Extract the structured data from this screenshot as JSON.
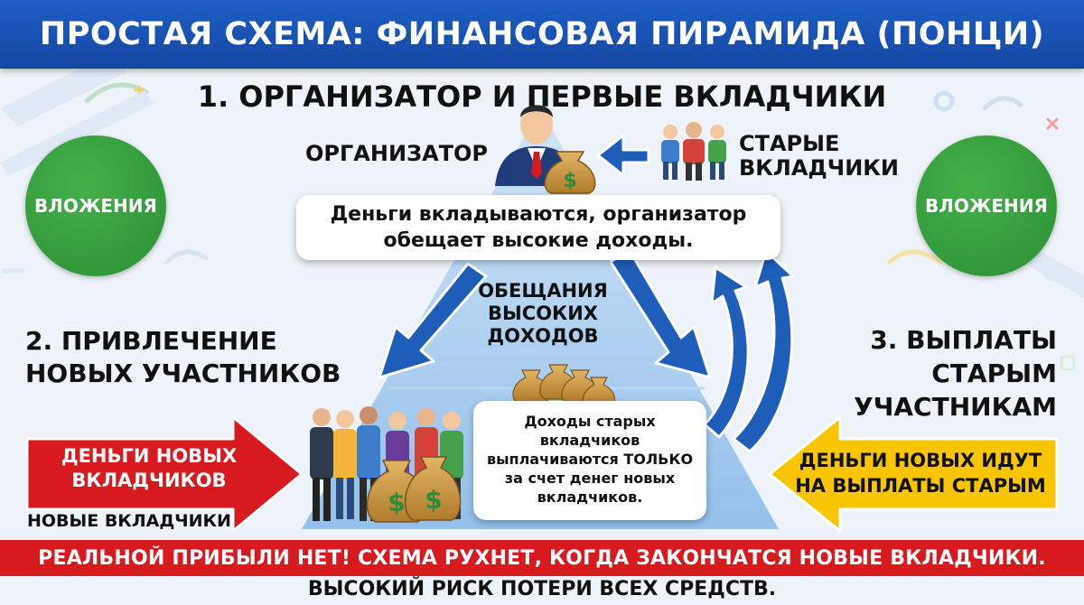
{
  "header": {
    "title": "ПРОСТАЯ СХЕМА: ФИНАНСОВАЯ ПИРАМИДА (ПОНЦИ)"
  },
  "step1": {
    "title": "1. ОРГАНИЗАТОР И ПЕРВЫЕ ВКЛАДЧИКИ",
    "organizer_label": "ОРГАНИЗАТОР",
    "old_investors_label": [
      "СТАРЫЕ",
      "ВКЛАДЧИКИ"
    ],
    "promise_text": [
      "Деньги вкладываются, организатор",
      "обещает высокие доходы."
    ]
  },
  "circles": {
    "left": "ВЛОЖЕНИЯ",
    "right": "ВЛОЖЕНИЯ"
  },
  "promises_label": [
    "ОБЕЩАНИЯ",
    "ВЫСОКИХ",
    "ДОХОДОВ"
  ],
  "step2": {
    "title": [
      "2. ПРИВЛЕЧЕНИЕ",
      "НОВЫХ УЧАСТНИКОВ"
    ],
    "arrow_text": [
      "ДЕНЬГИ НОВЫХ",
      "ВКЛАДЧИКОВ"
    ],
    "new_investors_label": "НОВЫЕ ВКЛАДЧИКИ"
  },
  "income_box": [
    "Доходы старых",
    "вкладчиков",
    "выплачиваются ТОЛЬКО",
    "за счет денег новых",
    "вкладчиков."
  ],
  "step3": {
    "title": [
      "3. ВЫПЛАТЫ",
      "СТАРЫМ",
      "УЧАСТНИКАМ"
    ],
    "arrow_text": [
      "ДЕНЬГИ НОВЫХ ИДУТ",
      "НА ВЫПЛАТЫ СТАРЫМ"
    ]
  },
  "warning": "РЕАЛЬНОЙ ПРИБЫЛИ НЕТ! СХЕМА РУХНЕТ, КОГДА ЗАКОНЧАТСЯ НОВЫЕ ВКЛАДЧИКИ.",
  "risk": "ВЫСОКИЙ РИСК ПОТЕРИ ВСЕХ СРЕДСТВ.",
  "icons": {
    "organizer": "businessman-icon",
    "money_bag": "money-bag-icon",
    "old_investors": "people-group-icon",
    "new_investors": "crowd-icon"
  },
  "colors": {
    "header": "#1d5fc4",
    "circle": "#2e9e36",
    "pyramid": "#a9cdf0",
    "arrow_blue": "#1e5db8",
    "arrow_red": "#d71920",
    "arrow_yellow": "#f7c600",
    "warning": "#d71920",
    "money_bag": "#c9953f",
    "dollar": "#2e8b3a"
  }
}
